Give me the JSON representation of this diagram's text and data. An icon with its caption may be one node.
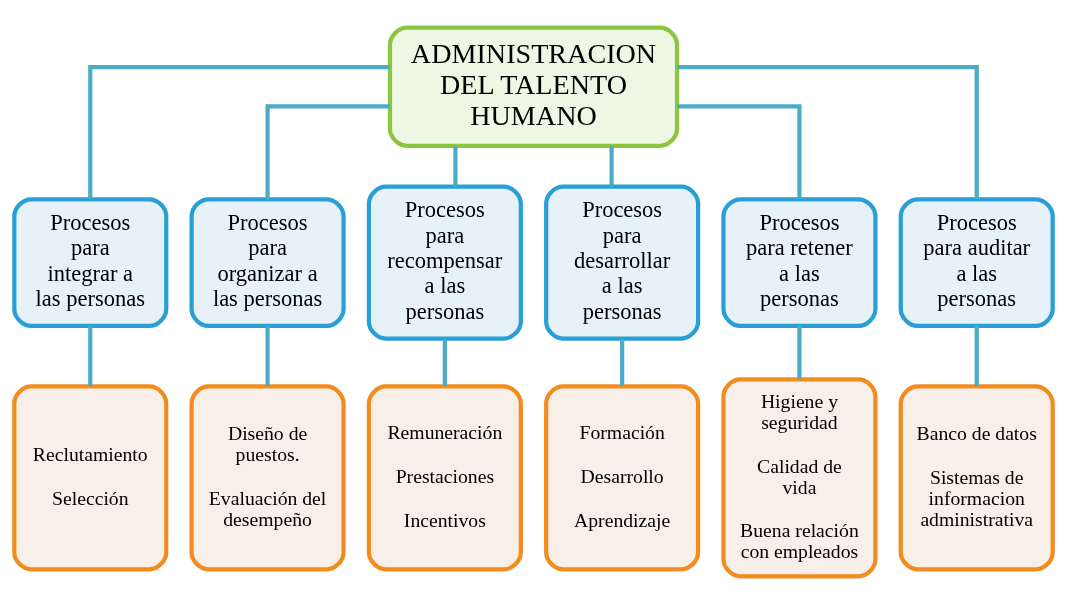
{
  "diagram": {
    "nodes": [
      {
        "text": [
          "ADMINISTRACION DEL TALENTO HUMANO"
        ]
      },
      {
        "text": [
          "Procesos para integrar a las personas"
        ]
      },
      {
        "text": [
          "Procesos para organizar a las personas"
        ]
      },
      {
        "text": [
          "Procesos para recompensar a las personas"
        ]
      },
      {
        "text": [
          "Procesos para desarrollar a las personas"
        ]
      },
      {
        "text": [
          "Procesos para retener a las personas"
        ]
      },
      {
        "text": [
          "Procesos para auditar a las personas"
        ]
      },
      {
        "text": [
          "Reclutamiento",
          "Selección"
        ]
      },
      {
        "text": [
          "Diseño de puestos.",
          "Evaluación del desempeño"
        ]
      },
      {
        "text": [
          "Remuneración",
          "Prestaciones",
          "Incentivos"
        ]
      },
      {
        "text": [
          "Formación",
          "Desarrollo",
          "Aprendizaje"
        ]
      },
      {
        "text": [
          "Higiene y seguridad",
          "Calidad de vida",
          "Buena relación con empleados"
        ]
      },
      {
        "text": [
          "Banco de datos",
          "Sistemas de informacion administrativa"
        ]
      }
    ],
    "edges": [
      {
        "from": 0,
        "to": 1,
        "arrow": "none"
      },
      {
        "from": 0,
        "to": 2,
        "arrow": "none"
      },
      {
        "from": 0,
        "to": 3,
        "arrow": "none"
      },
      {
        "from": 0,
        "to": 4,
        "arrow": "none"
      },
      {
        "from": 0,
        "to": 5,
        "arrow": "none"
      },
      {
        "from": 0,
        "to": 6,
        "arrow": "none"
      },
      {
        "from": 1,
        "to": 7,
        "arrow": "none"
      },
      {
        "from": 2,
        "to": 8,
        "arrow": "none"
      },
      {
        "from": 3,
        "to": 9,
        "arrow": "none"
      },
      {
        "from": 4,
        "to": 10,
        "arrow": "none"
      },
      {
        "from": 5,
        "to": 11,
        "arrow": "none"
      },
      {
        "from": 6,
        "to": 12,
        "arrow": "none"
      }
    ]
  }
}
